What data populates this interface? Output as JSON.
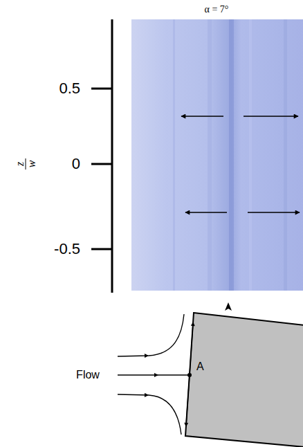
{
  "diagram": {
    "title": "α = 7°",
    "labels": [
      "0.5",
      "0",
      "-0.5",
      "z",
      "w",
      "Flow",
      "A"
    ]
  }
}
